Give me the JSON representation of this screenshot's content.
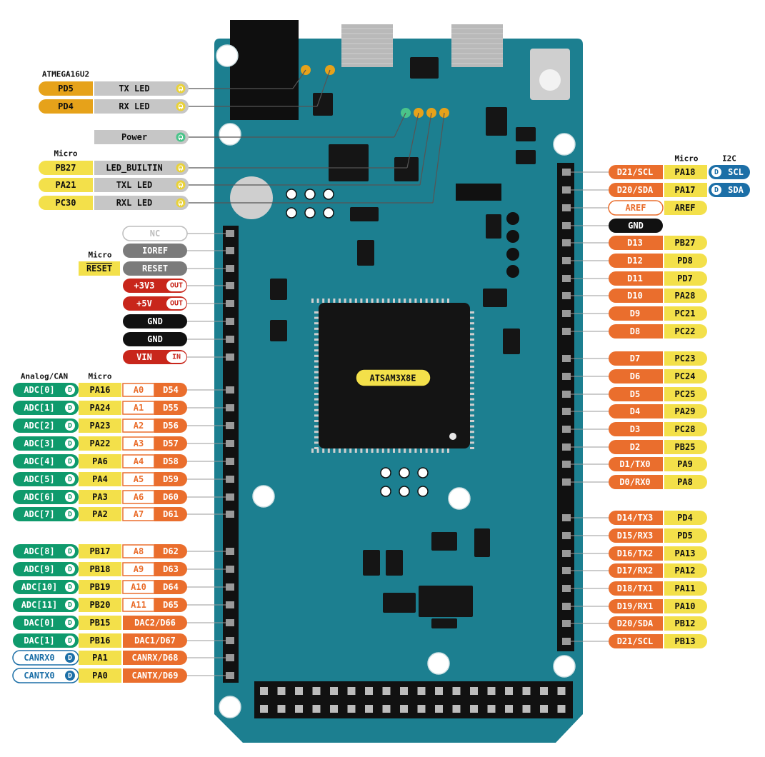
{
  "colors": {
    "board": "#1c7f90",
    "board_edge": "#15606d",
    "orange": "#ea6e2d",
    "yellow": "#f3e04a",
    "gold": "#e6a21a",
    "gray": "#c6c6c6",
    "dark_gray": "#7b7b7b",
    "red": "#c8261b",
    "black": "#111111",
    "green": "#0f9a6c",
    "blue": "#1c6fa7",
    "white": "#ffffff"
  },
  "headings": {
    "atmega": "ATMEGA16U2",
    "micro_top": "Micro",
    "micro_left": "Micro",
    "analog_can": "Analog/CAN",
    "micro_analog": "Micro",
    "micro_right": "Micro",
    "i2c": "I2C"
  },
  "chip_label": "ATSAM3X8E",
  "leds": [
    {
      "chip": "PD5",
      "name": "TX LED",
      "chip_color": "gold",
      "led": "led-icon"
    },
    {
      "chip": "PD4",
      "name": "RX LED",
      "chip_color": "gold",
      "led": "led-icon"
    },
    {
      "chip": "",
      "name": "Power",
      "chip_color": "none",
      "led": "led-icon-green"
    },
    {
      "chip": "PB27",
      "name": "LED_BUILTIN",
      "chip_color": "yellow",
      "led": "led-icon"
    },
    {
      "chip": "PA21",
      "name": "TXL LED",
      "chip_color": "yellow",
      "led": "led-icon"
    },
    {
      "chip": "PC30",
      "name": "RXL LED",
      "chip_color": "yellow",
      "led": "led-icon"
    }
  ],
  "power_pins": [
    {
      "micro": "",
      "name": "NC",
      "style": "nc"
    },
    {
      "micro": "",
      "name": "IOREF",
      "style": "darkgray"
    },
    {
      "micro": "RESET",
      "name": "RESET",
      "style": "darkgray"
    },
    {
      "micro": "",
      "name": "+3V3",
      "style": "red",
      "tag": "OUT"
    },
    {
      "micro": "",
      "name": "+5V",
      "style": "red",
      "tag": "OUT"
    },
    {
      "micro": "",
      "name": "GND",
      "style": "black"
    },
    {
      "micro": "",
      "name": "GND",
      "style": "black"
    },
    {
      "micro": "",
      "name": "VIN",
      "style": "red",
      "tag": "IN"
    }
  ],
  "analog_pins": [
    {
      "func": "ADC[0]",
      "func_style": "green",
      "micro": "PA16",
      "ard": "A0",
      "dig": "D54"
    },
    {
      "func": "ADC[1]",
      "func_style": "green",
      "micro": "PA24",
      "ard": "A1",
      "dig": "D55"
    },
    {
      "func": "ADC[2]",
      "func_style": "green",
      "micro": "PA23",
      "ard": "A2",
      "dig": "D56"
    },
    {
      "func": "ADC[3]",
      "func_style": "green",
      "micro": "PA22",
      "ard": "A3",
      "dig": "D57"
    },
    {
      "func": "ADC[4]",
      "func_style": "green",
      "micro": "PA6",
      "ard": "A4",
      "dig": "D58"
    },
    {
      "func": "ADC[5]",
      "func_style": "green",
      "micro": "PA4",
      "ard": "A5",
      "dig": "D59"
    },
    {
      "func": "ADC[6]",
      "func_style": "green",
      "micro": "PA3",
      "ard": "A6",
      "dig": "D60"
    },
    {
      "func": "ADC[7]",
      "func_style": "green",
      "micro": "PA2",
      "ard": "A7",
      "dig": "D61"
    },
    {
      "func": "ADC[8]",
      "func_style": "green",
      "micro": "PB17",
      "ard": "A8",
      "dig": "D62"
    },
    {
      "func": "ADC[9]",
      "func_style": "green",
      "micro": "PB18",
      "ard": "A9",
      "dig": "D63"
    },
    {
      "func": "ADC[10]",
      "func_style": "green",
      "micro": "PB19",
      "ard": "A10",
      "dig": "D64"
    },
    {
      "func": "ADC[11]",
      "func_style": "green",
      "micro": "PB20",
      "ard": "A11",
      "dig": "D65"
    },
    {
      "func": "DAC[0]",
      "func_style": "green",
      "micro": "PB15",
      "ard": "DAC2/D66",
      "dig": ""
    },
    {
      "func": "DAC[1]",
      "func_style": "green",
      "micro": "PB16",
      "ard": "DAC1/D67",
      "dig": ""
    },
    {
      "func": "CANRX0",
      "func_style": "blue",
      "micro": "PA1",
      "ard": "CANRX/D68",
      "dig": ""
    },
    {
      "func": "CANTX0",
      "func_style": "blue",
      "micro": "PA0",
      "ard": "CANTX/D69",
      "dig": ""
    }
  ],
  "right_pins": [
    {
      "ard": "D21/SCL",
      "micro": "PA18",
      "i2c": "SCL",
      "style": "orange"
    },
    {
      "ard": "D20/SDA",
      "micro": "PA17",
      "i2c": "SDA",
      "style": "orange"
    },
    {
      "ard": "AREF",
      "micro": "AREF",
      "i2c": "",
      "style": "aref"
    },
    {
      "ard": "GND",
      "micro": "",
      "i2c": "",
      "style": "black"
    },
    {
      "ard": "D13",
      "micro": "PB27",
      "i2c": "",
      "style": "orange"
    },
    {
      "ard": "D12",
      "micro": "PD8",
      "i2c": "",
      "style": "orange"
    },
    {
      "ard": "D11",
      "micro": "PD7",
      "i2c": "",
      "style": "orange"
    },
    {
      "ard": "D10",
      "micro": "PA28",
      "i2c": "",
      "style": "orange"
    },
    {
      "ard": "D9",
      "micro": "PC21",
      "i2c": "",
      "style": "orange"
    },
    {
      "ard": "D8",
      "micro": "PC22",
      "i2c": "",
      "style": "orange"
    },
    {
      "ard": "D7",
      "micro": "PC23",
      "i2c": "",
      "style": "orange"
    },
    {
      "ard": "D6",
      "micro": "PC24",
      "i2c": "",
      "style": "orange"
    },
    {
      "ard": "D5",
      "micro": "PC25",
      "i2c": "",
      "style": "orange"
    },
    {
      "ard": "D4",
      "micro": "PA29",
      "i2c": "",
      "style": "orange"
    },
    {
      "ard": "D3",
      "micro": "PC28",
      "i2c": "",
      "style": "orange"
    },
    {
      "ard": "D2",
      "micro": "PB25",
      "i2c": "",
      "style": "orange"
    },
    {
      "ard": "D1/TX0",
      "micro": "PA9",
      "i2c": "",
      "style": "orange"
    },
    {
      "ard": "D0/RX0",
      "micro": "PA8",
      "i2c": "",
      "style": "orange"
    },
    {
      "ard": "D14/TX3",
      "micro": "PD4",
      "i2c": "",
      "style": "orange"
    },
    {
      "ard": "D15/RX3",
      "micro": "PD5",
      "i2c": "",
      "style": "orange"
    },
    {
      "ard": "D16/TX2",
      "micro": "PA13",
      "i2c": "",
      "style": "orange"
    },
    {
      "ard": "D17/RX2",
      "micro": "PA12",
      "i2c": "",
      "style": "orange"
    },
    {
      "ard": "D18/TX1",
      "micro": "PA11",
      "i2c": "",
      "style": "orange"
    },
    {
      "ard": "D19/RX1",
      "micro": "PA10",
      "i2c": "",
      "style": "orange"
    },
    {
      "ard": "D20/SDA",
      "micro": "PB12",
      "i2c": "",
      "style": "orange"
    },
    {
      "ard": "D21/SCL",
      "micro": "PB13",
      "i2c": "",
      "style": "orange"
    }
  ],
  "badge_letter": "D"
}
